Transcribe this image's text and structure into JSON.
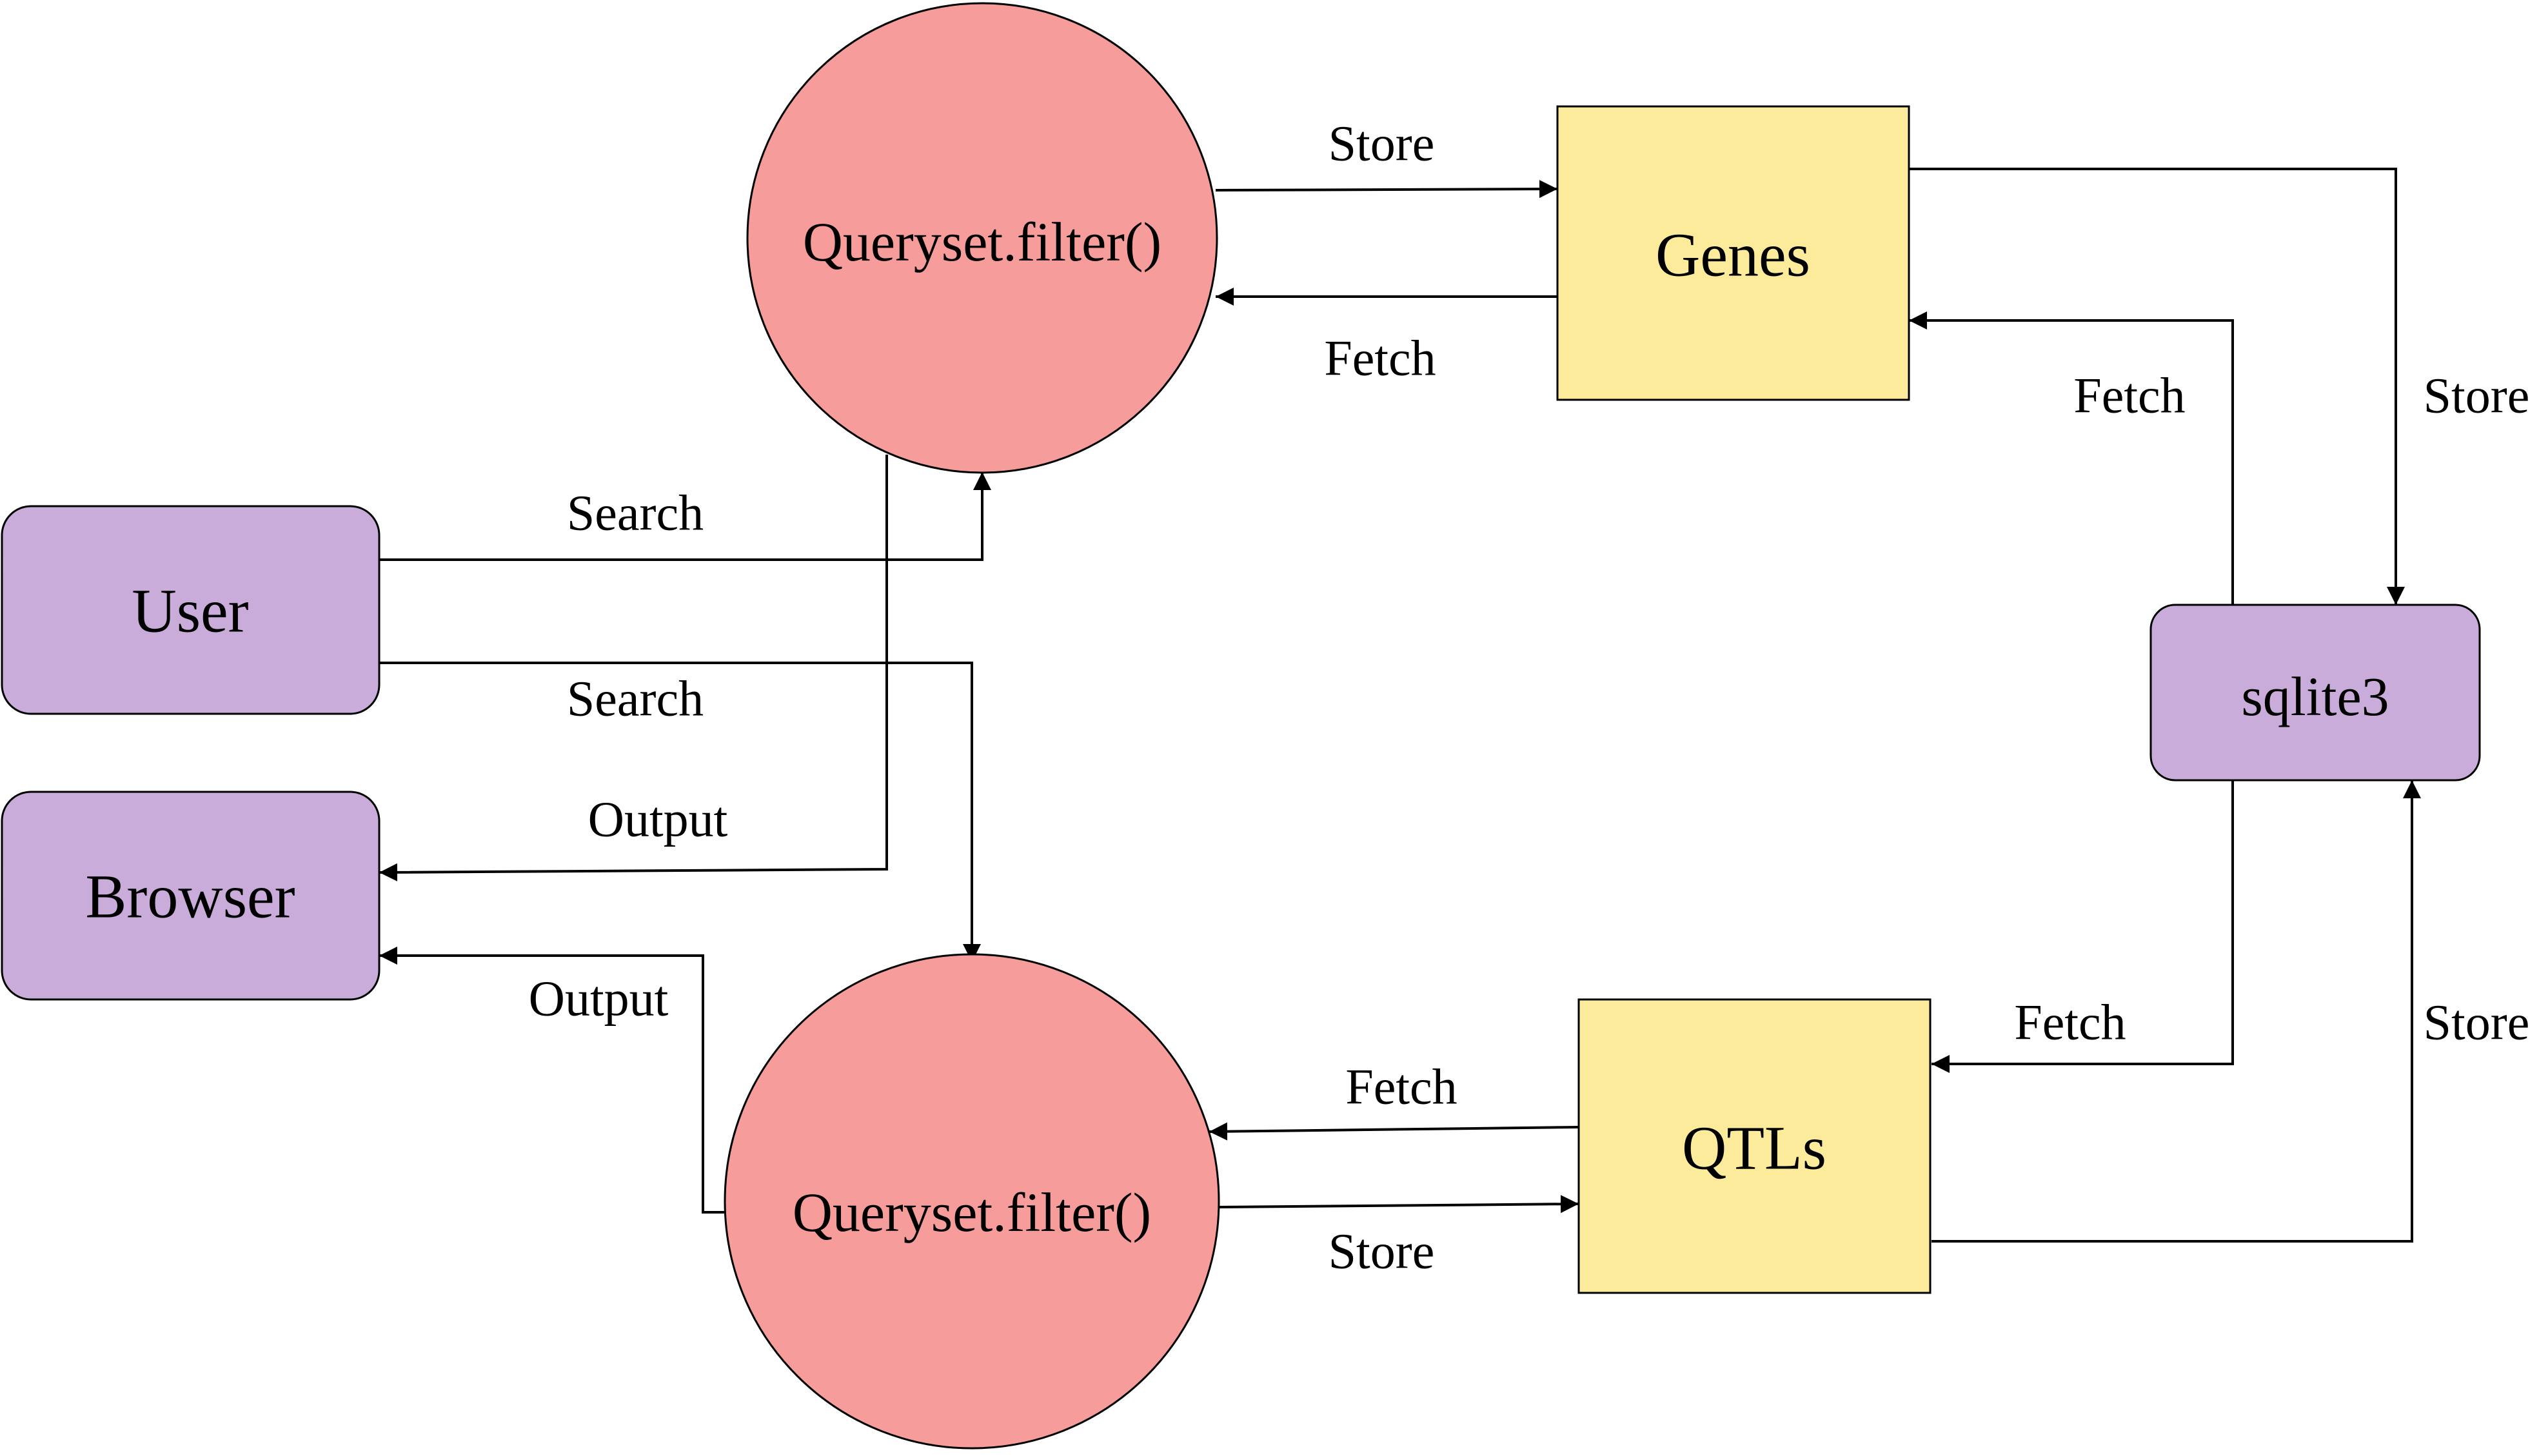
{
  "colors": {
    "process_fill": "#f69c9a",
    "store_fill": "#fdeb9c",
    "entity_fill": "#c9acd9",
    "stroke": "#000000"
  },
  "nodes": {
    "query_top": "Queryset.filter()",
    "query_bottom": "Queryset.filter()",
    "genes": "Genes",
    "qtls": "QTLs",
    "user": "User",
    "browser": "Browser",
    "sqlite": "sqlite3"
  },
  "edges": {
    "query_top_to_genes": "Store",
    "genes_to_query_top": "Fetch",
    "sqlite_to_genes": "Fetch",
    "genes_to_sqlite": "Store",
    "user_to_query_top": "Search",
    "user_to_query_bottom": "Search",
    "query_top_to_browser": "Output",
    "query_bottom_to_browser": "Output",
    "qtls_to_query_bottom": "Fetch",
    "query_bottom_to_qtls": "Store",
    "sqlite_to_qtls": "Fetch",
    "qtls_to_sqlite": "Store"
  }
}
